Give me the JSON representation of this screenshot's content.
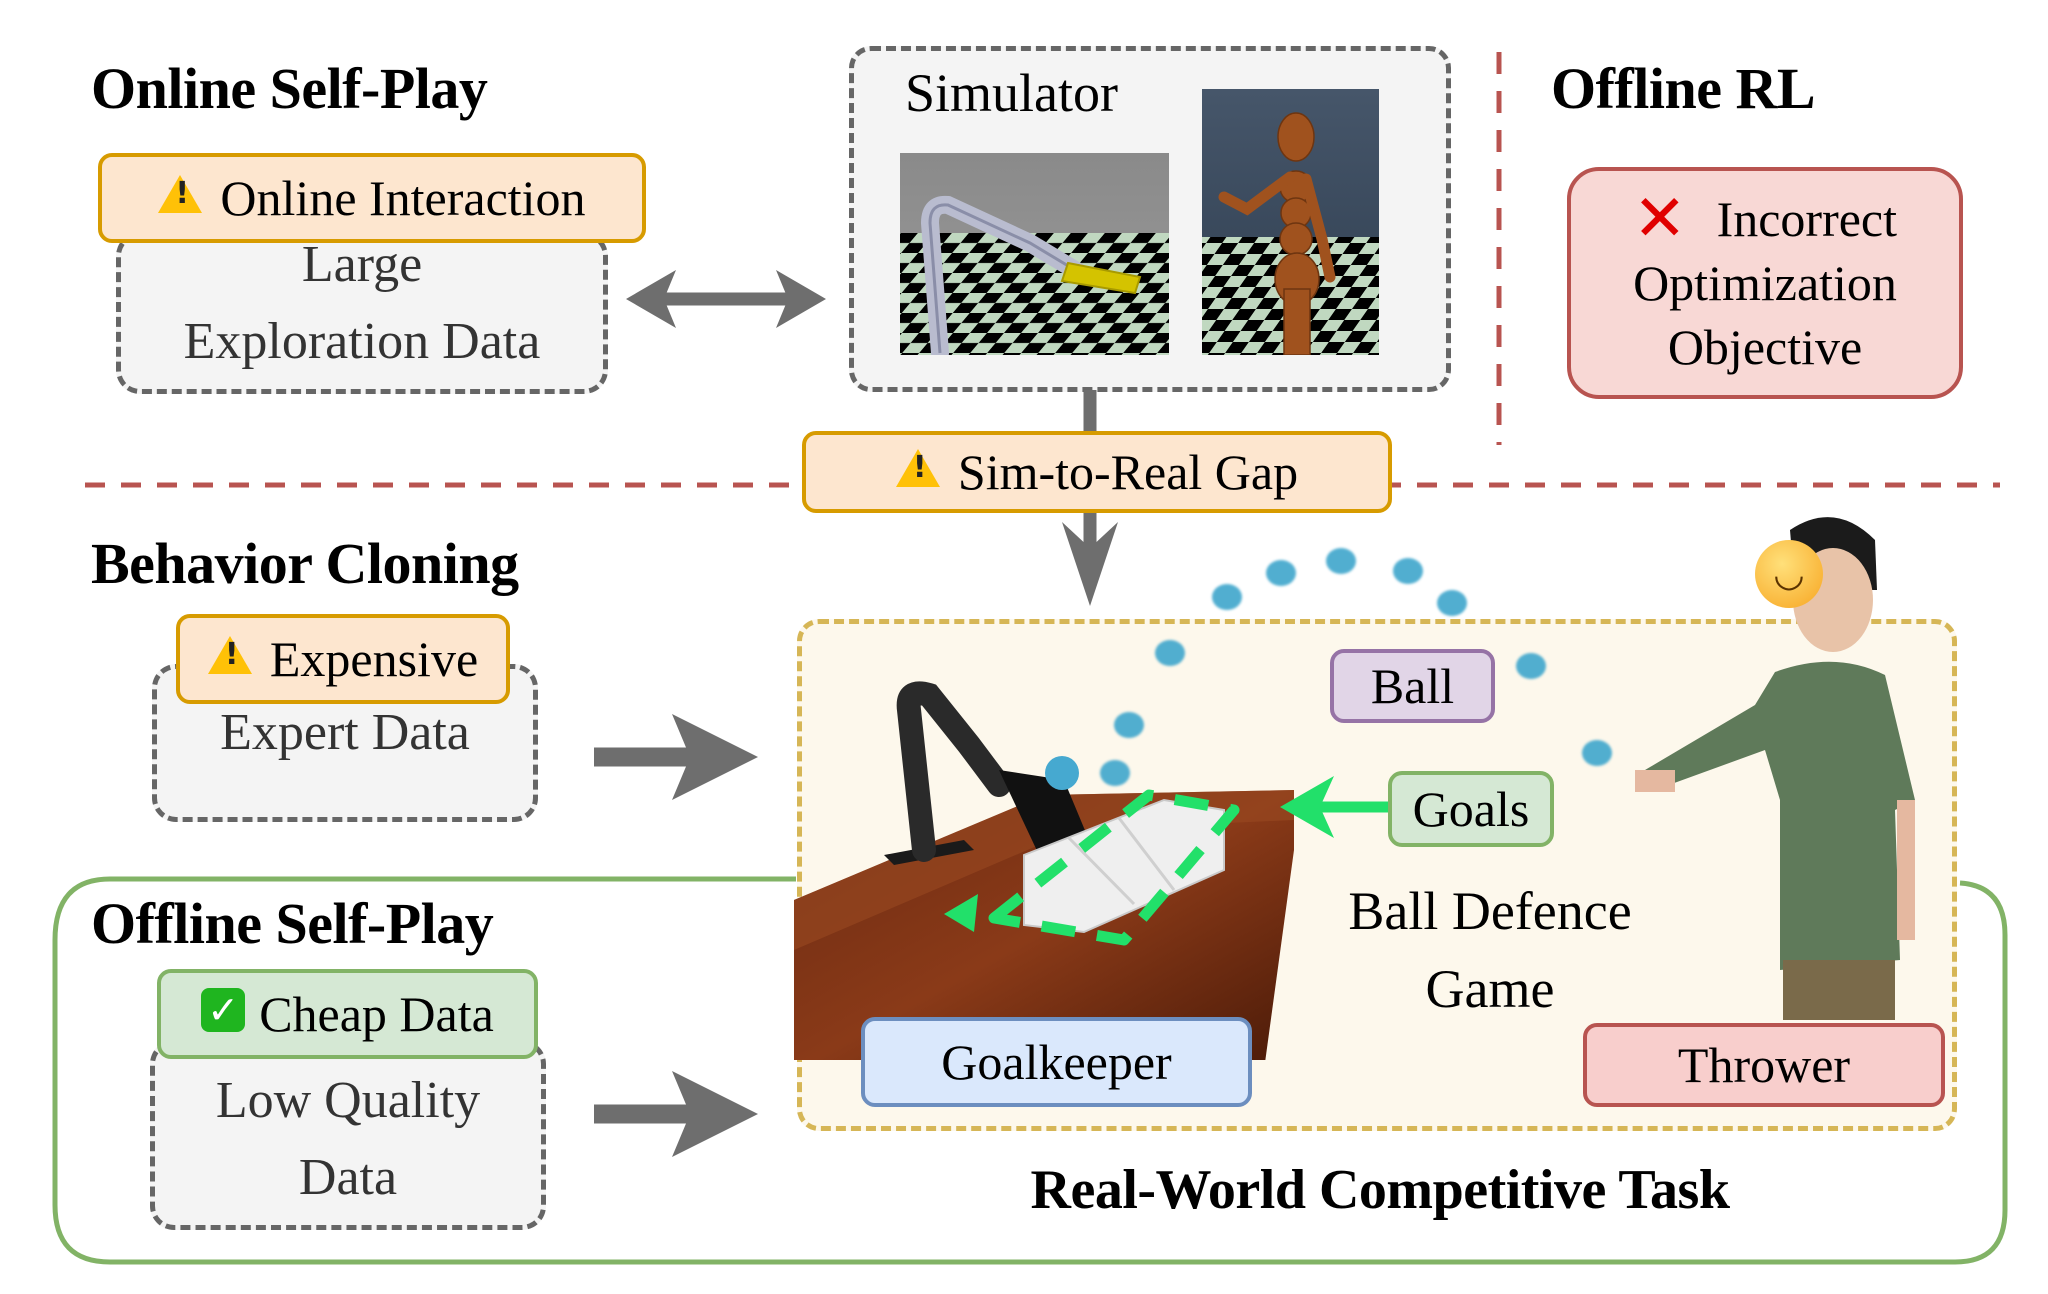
{
  "sections": {
    "online_self_play": {
      "title": "Online Self-Play",
      "badge": {
        "icon": "warning-icon",
        "label": "Online Interaction"
      },
      "data_box": {
        "line1": "Large",
        "line2": "Exploration Data"
      }
    },
    "simulator": {
      "label": "Simulator"
    },
    "offline_rl": {
      "title": "Offline RL",
      "badge": {
        "icon": "cross-icon",
        "line1": "Incorrect",
        "line2": "Optimization",
        "line3": "Objective"
      }
    },
    "sim_to_real": {
      "icon": "warning-icon",
      "label": "Sim-to-Real Gap"
    },
    "behavior_cloning": {
      "title": "Behavior Cloning",
      "badge": {
        "icon": "warning-icon",
        "label": "Expensive"
      },
      "data_box": {
        "line1": "Expert Data"
      }
    },
    "offline_self_play": {
      "title": "Offline Self-Play",
      "badge": {
        "icon": "check-icon",
        "label": "Cheap Data"
      },
      "data_box": {
        "line1": "Low Quality",
        "line2": "Data"
      }
    },
    "game": {
      "ball_label": "Ball",
      "goals_label": "Goals",
      "game_name_line1": "Ball Defence",
      "game_name_line2": "Game",
      "goalkeeper_label": "Goalkeeper",
      "thrower_label": "Thrower",
      "caption": "Real-World Competitive Task"
    }
  },
  "colors": {
    "warning_fill": "#fde6cf",
    "warning_border": "#d79b00",
    "good_fill": "#d5e8d4",
    "good_border": "#82b366",
    "bad_fill": "#f8d8d5",
    "bad_border": "#b85450",
    "arrow_gray": "#6e6e6e",
    "goal_arrow": "#22e06a",
    "separator_red": "#b85450",
    "game_border": "#d6b656"
  }
}
